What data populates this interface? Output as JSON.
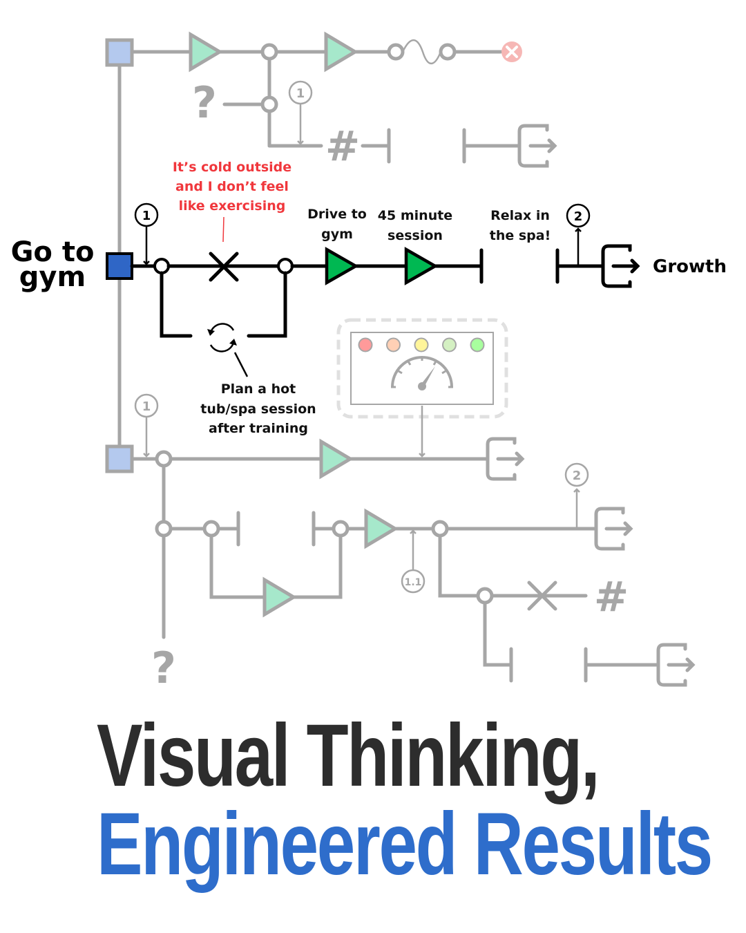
{
  "diagram": {
    "start_label_line1": "Go to",
    "start_label_line2": "gym",
    "obstacle_line1": "It’s cold outside",
    "obstacle_line2": "and I don’t feel",
    "obstacle_line3": "like exercising",
    "step1_line1": "Drive to",
    "step1_line2": "gym",
    "step2_line1": "45 minute",
    "step2_line2": "session",
    "step3_line1": "Relax in",
    "step3_line2": "the spa!",
    "loop_line1": "Plan a hot",
    "loop_line2": "tub/spa session",
    "loop_line3": "after training",
    "outcome_label": "Growth",
    "badges": {
      "one": "1",
      "two": "2",
      "one_one": "1.1"
    },
    "glyphs": {
      "question": "?",
      "hash": "#"
    },
    "gauge_lights": [
      "#ff9a9a",
      "#ffd0b5",
      "#fff59a",
      "#d4f0c2",
      "#a8ff9e"
    ]
  },
  "headline": {
    "line1": "Visual Thinking,",
    "line2": "Engineered Results"
  },
  "colors": {
    "headline_dark": "#2d2d2d",
    "headline_blue": "#2e6dcb",
    "obstacle_red": "#f0373c",
    "active_green": "#00b852",
    "faded_green": "#a6e8cb",
    "start_blue": "#2f66c6",
    "faded_blue": "#b4c9ee",
    "faded_gray": "#a6a6a6"
  }
}
